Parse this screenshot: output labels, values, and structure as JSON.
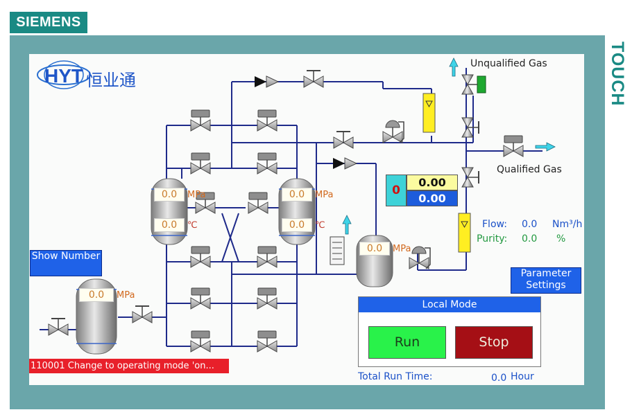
{
  "brand": "SIEMENS",
  "bezel_label": "TOUCH",
  "logo": {
    "letters": "HYT",
    "chinese": "恒业通"
  },
  "show_number_button": "Show Number",
  "tanks": {
    "left_tower": {
      "pressure": "0.0",
      "pressure_unit": "MPa",
      "temperature": "0.0",
      "temperature_unit": "℃"
    },
    "right_tower": {
      "pressure": "0.0",
      "pressure_unit": "MPa",
      "temperature": "0.0",
      "temperature_unit": "℃"
    },
    "air_tank": {
      "pressure": "0.0",
      "pressure_unit": "MPa"
    },
    "product_tank": {
      "pressure": "0.0",
      "pressure_unit": "MPa"
    }
  },
  "labels": {
    "unqualified_gas": "Unqualified Gas",
    "qualified_gas": "Qualified Gas"
  },
  "counter": {
    "value": "0",
    "display_top": "0.00",
    "display_bottom": "0.00"
  },
  "readings": {
    "flow_label": "Flow:",
    "flow_value": "0.0",
    "flow_unit": "Nm³/h",
    "purity_label": "Purity:",
    "purity_value": "0.0",
    "purity_unit": "%"
  },
  "parameter_settings_button": "Parameter Settings",
  "mode_panel": {
    "title": "Local Mode",
    "run_label": "Run",
    "stop_label": "Stop"
  },
  "total_run_time": {
    "label": "Total Run Time:",
    "value": "0.0",
    "unit": "Hour"
  },
  "alarm_message": "110001 Change to operating mode 'on...",
  "colors": {
    "pipe": "#1e2a8a",
    "run": "#29f24a",
    "stop": "#a50f15",
    "accent_blue": "#1f62e8",
    "alarm": "#e8202a"
  }
}
